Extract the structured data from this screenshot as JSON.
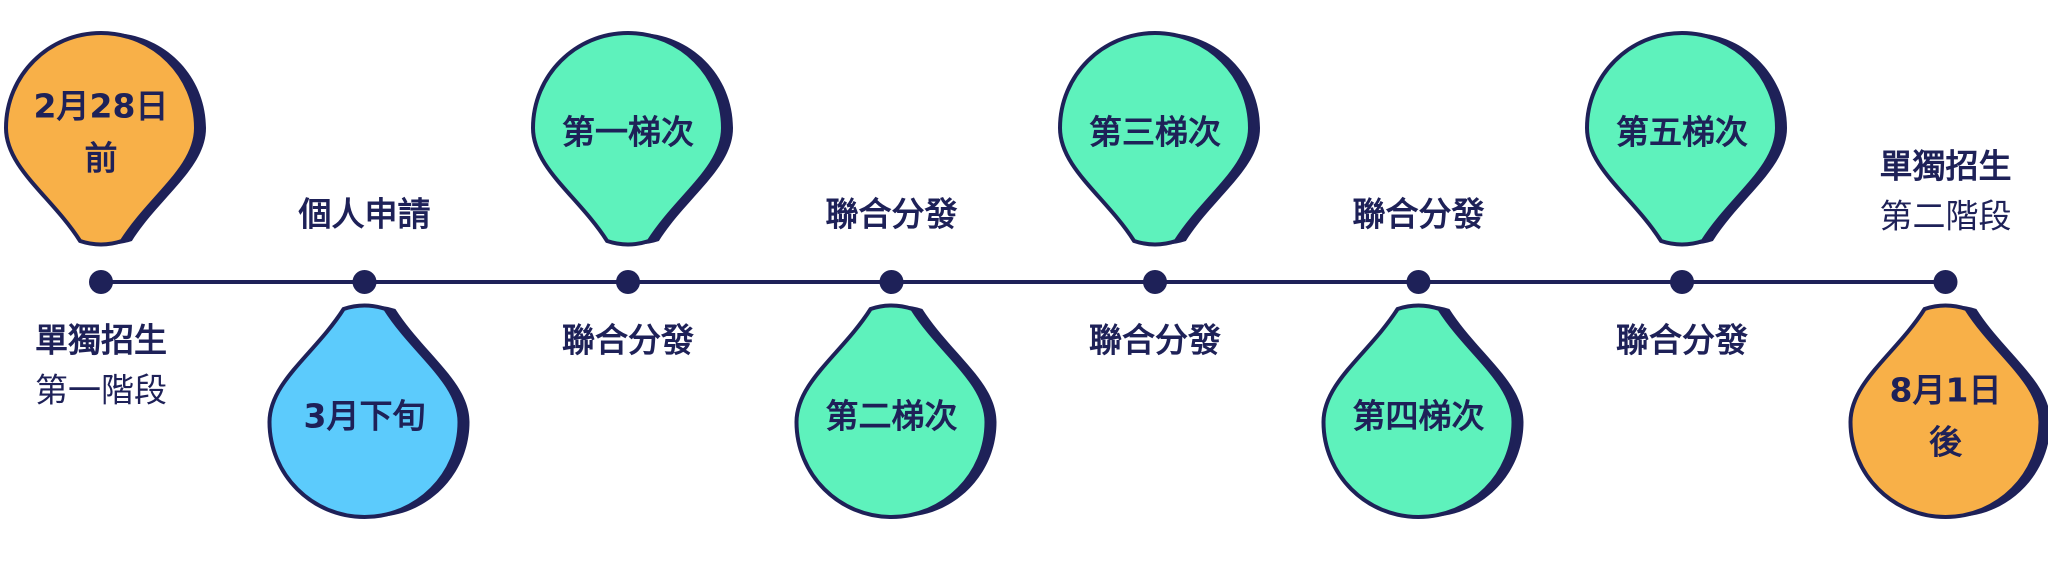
{
  "colors": {
    "navy": "#1e2158",
    "orange": "#f8b048",
    "blue": "#5ccbfc",
    "green": "#5ef2bc"
  },
  "milestones": [
    {
      "id": "m1",
      "bubble": {
        "lines": [
          "2月28日",
          "前"
        ],
        "color": "orange",
        "side": "top"
      },
      "label": {
        "title": "單獨招生",
        "subtitle": "第一階段",
        "side": "bottom"
      }
    },
    {
      "id": "m2",
      "bubble": {
        "lines": [
          "3月下旬"
        ],
        "color": "blue",
        "side": "bottom"
      },
      "label": {
        "title": "個人申請",
        "side": "top"
      }
    },
    {
      "id": "m3",
      "bubble": {
        "lines": [
          "第一梯次"
        ],
        "color": "green",
        "side": "top"
      },
      "label": {
        "title": "聯合分發",
        "side": "bottom"
      }
    },
    {
      "id": "m4",
      "bubble": {
        "lines": [
          "第二梯次"
        ],
        "color": "green",
        "side": "bottom"
      },
      "label": {
        "title": "聯合分發",
        "side": "top"
      }
    },
    {
      "id": "m5",
      "bubble": {
        "lines": [
          "第三梯次"
        ],
        "color": "green",
        "side": "top"
      },
      "label": {
        "title": "聯合分發",
        "side": "bottom"
      }
    },
    {
      "id": "m6",
      "bubble": {
        "lines": [
          "第四梯次"
        ],
        "color": "green",
        "side": "bottom"
      },
      "label": {
        "title": "聯合分發",
        "side": "top"
      }
    },
    {
      "id": "m7",
      "bubble": {
        "lines": [
          "第五梯次"
        ],
        "color": "green",
        "side": "top"
      },
      "label": {
        "title": "聯合分發",
        "side": "bottom"
      }
    },
    {
      "id": "m8",
      "bubble": {
        "lines": [
          "8月1日",
          "後"
        ],
        "color": "orange",
        "side": "bottom"
      },
      "label": {
        "title": "單獨招生",
        "subtitle": "第二階段",
        "side": "top"
      }
    }
  ]
}
